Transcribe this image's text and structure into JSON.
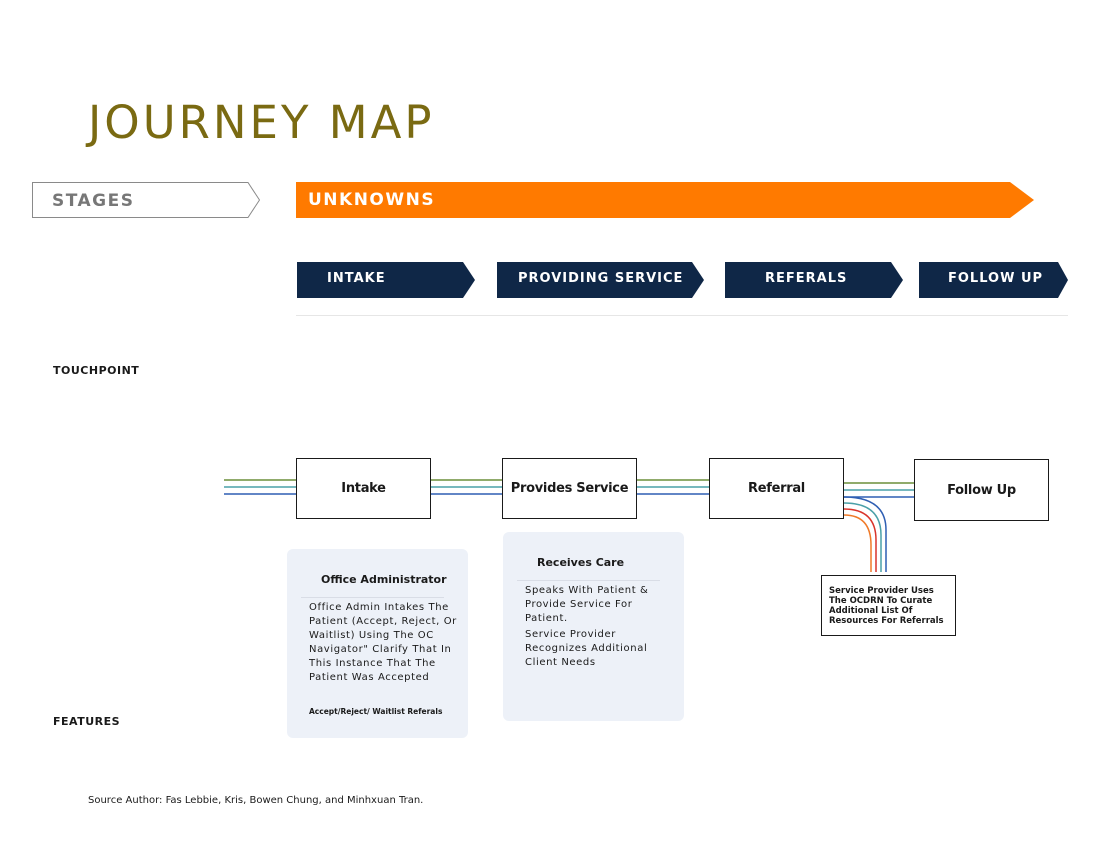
{
  "title": "JOURNEY MAP",
  "stages_label": "STAGES",
  "phase_label": "UNKNOWNS",
  "stages": [
    {
      "label": "INTAKE"
    },
    {
      "label": "PROVIDING SERVICE"
    },
    {
      "label": "REFERALS"
    },
    {
      "label": "FOLLOW UP"
    }
  ],
  "row_labels": {
    "touchpoint": "TOUCHPOINT",
    "features": "FEATURES"
  },
  "touchpoints": [
    {
      "label": "Intake"
    },
    {
      "label": "Provides Service"
    },
    {
      "label": "Referral"
    },
    {
      "label": "Follow Up"
    }
  ],
  "cards": {
    "office_admin": {
      "title": "Office Administrator",
      "text": "Office Admin Intakes The Patient (Accept, Reject, Or Waitlist) Using The OC Navigator\" Clarify That In This Instance That The  Patient Was Accepted",
      "footnote": "Accept/Reject/ Waitlist Referals"
    },
    "receives_care": {
      "title": "Receives Care",
      "text_1": "Speaks With Patient & Provide Service For Patient.",
      "text_2": "Service Provider Recognizes Additional Client Needs"
    }
  },
  "referral_note": "Service Provider Uses The OCDRN  To Curate Additional List Of Resources  For Referrals",
  "source": "Source Author: Fas Lebbie, Kris, Bowen Chung, and Minhxuan Tran.",
  "colors": {
    "title": "#7a6a12",
    "phase_bar": "#ff7a00",
    "stage_bar": "#0f2747",
    "line_green": "#6b8f3a",
    "line_teal": "#4aa0a8",
    "line_blue": "#2f5fb3",
    "line_orange": "#f07a28",
    "line_red": "#d9342b",
    "card_bg": "#edf1f8"
  }
}
